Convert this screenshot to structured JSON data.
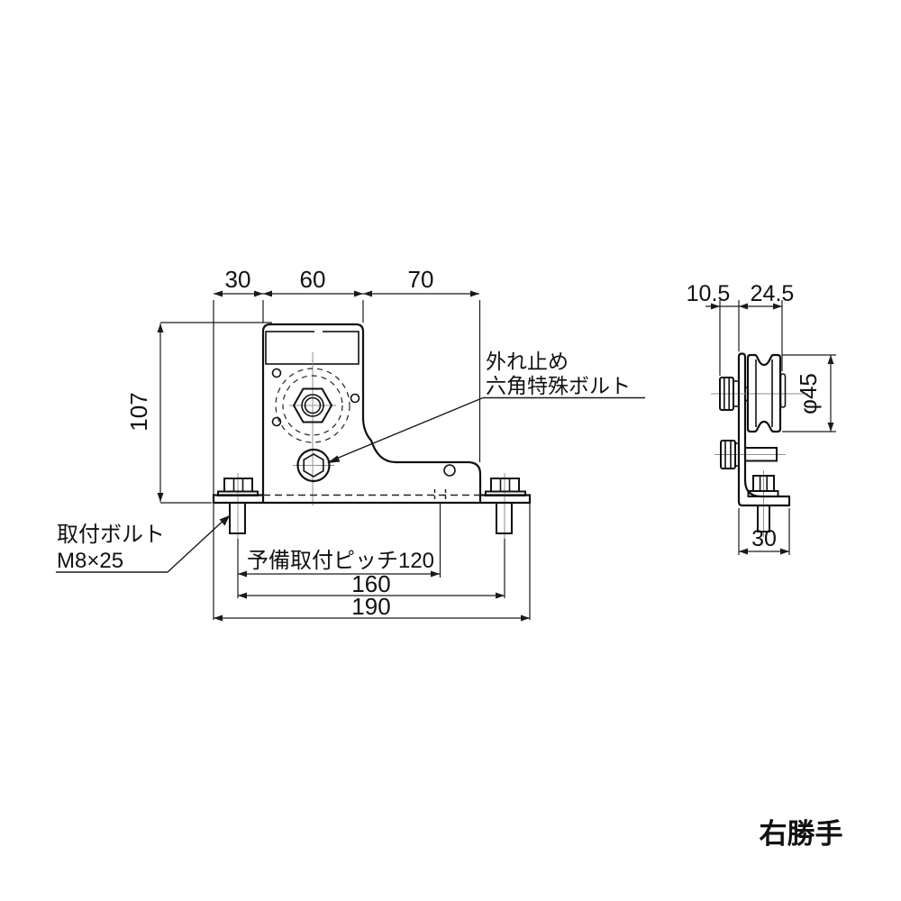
{
  "front_view": {
    "dims": {
      "top_segments": [
        "30",
        "60",
        "70"
      ],
      "height": "107",
      "pitch_note": "予備取付ピッチ120",
      "bolt_pitch": "160",
      "overall_width": "190"
    },
    "labels": {
      "stopper_l1": "外れ止め",
      "stopper_l2": "六角特殊ボルト",
      "bolt_l1": "取付ボルト",
      "bolt_l2": "M8×25"
    }
  },
  "side_view": {
    "dims": {
      "head_offset": "10.5",
      "wheel_offset": "24.5",
      "wheel_diameter": "φ45",
      "flange_width": "30"
    }
  },
  "footer": {
    "hand": "右勝手"
  },
  "colors": {
    "line": "#111111",
    "centerline": "#909090",
    "background": "#ffffff"
  }
}
